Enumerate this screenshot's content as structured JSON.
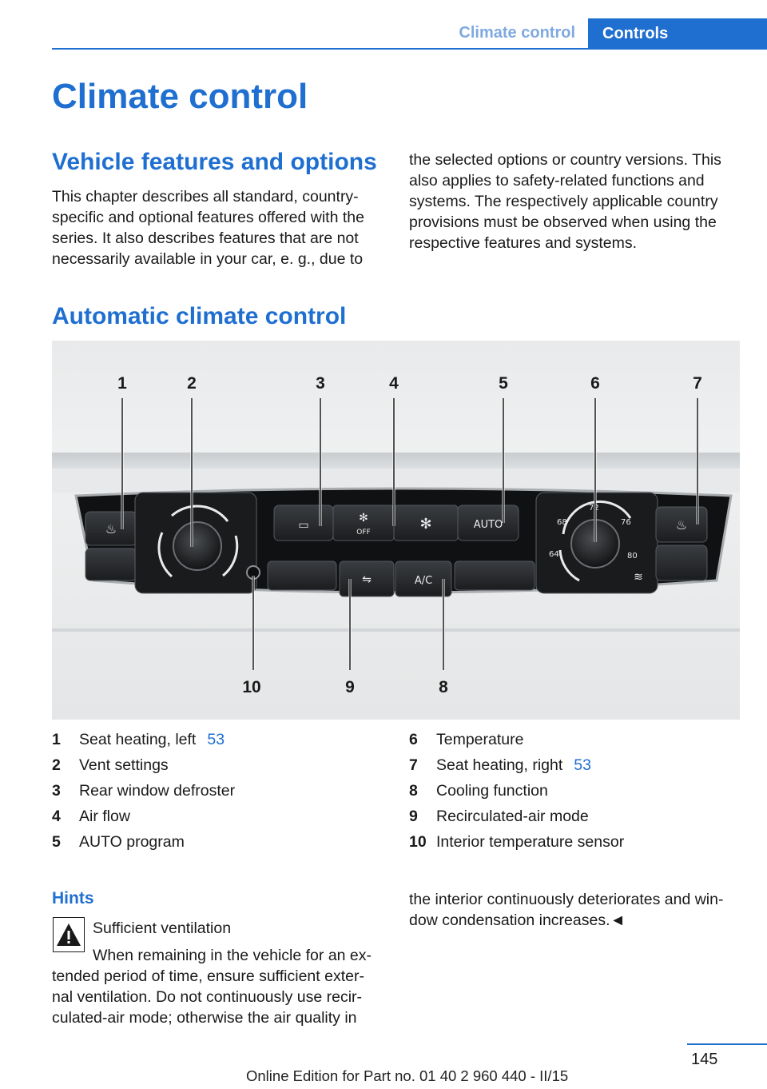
{
  "header": {
    "section": "Climate control",
    "tab": "Controls"
  },
  "page_title": "Climate control",
  "features": {
    "heading": "Vehicle features and options",
    "left_lines": [
      "This chapter describes all standard, country-",
      "specific and optional features offered with the",
      "series. It also describes features that are not",
      "necessarily available in your car, e. g., due to"
    ],
    "right_lines": [
      "the selected options or country versions. This",
      "also applies to safety-related functions and",
      "systems. The respectively applicable country",
      "provisions must be observed when using the",
      "respective features and systems."
    ]
  },
  "auto_heading": "Automatic climate control",
  "figure": {
    "callouts": [
      "1",
      "2",
      "3",
      "4",
      "5",
      "6",
      "7",
      "10",
      "9",
      "8"
    ],
    "panel_labels": {
      "off": "OFF",
      "auto": "AUTO",
      "ac": "A/C",
      "t72": "72",
      "t68": "68",
      "t76": "76",
      "t64": "64",
      "t80": "80"
    }
  },
  "legend": {
    "left": [
      {
        "num": "1",
        "label": "Seat heating, left",
        "ref": "53"
      },
      {
        "num": "2",
        "label": "Vent settings",
        "ref": ""
      },
      {
        "num": "3",
        "label": "Rear window defroster",
        "ref": ""
      },
      {
        "num": "4",
        "label": "Air flow",
        "ref": ""
      },
      {
        "num": "5",
        "label": "AUTO program",
        "ref": ""
      }
    ],
    "right": [
      {
        "num": "6",
        "label": "Temperature",
        "ref": ""
      },
      {
        "num": "7",
        "label": "Seat heating, right",
        "ref": "53"
      },
      {
        "num": "8",
        "label": "Cooling function",
        "ref": ""
      },
      {
        "num": "9",
        "label": "Recirculated-air mode",
        "ref": ""
      },
      {
        "num": "10",
        "label": "Interior temperature sensor",
        "ref": ""
      }
    ]
  },
  "hints": {
    "title": "Hints",
    "warning_title": "Sufficient ventilation",
    "left_lines": [
      "When remaining in the vehicle for an ex-",
      "tended period of time, ensure sufficient exter-",
      "nal ventilation. Do not continuously use recir-",
      "culated-air mode; otherwise the air quality in"
    ],
    "right_lines": [
      "the interior continuously deteriorates and win-",
      "dow condensation increases.◄"
    ]
  },
  "footer": {
    "page": "145",
    "edition": "Online Edition for Part no. 01 40 2 960 440 - II/15"
  },
  "colors": {
    "accent": "#1f6fd1"
  }
}
